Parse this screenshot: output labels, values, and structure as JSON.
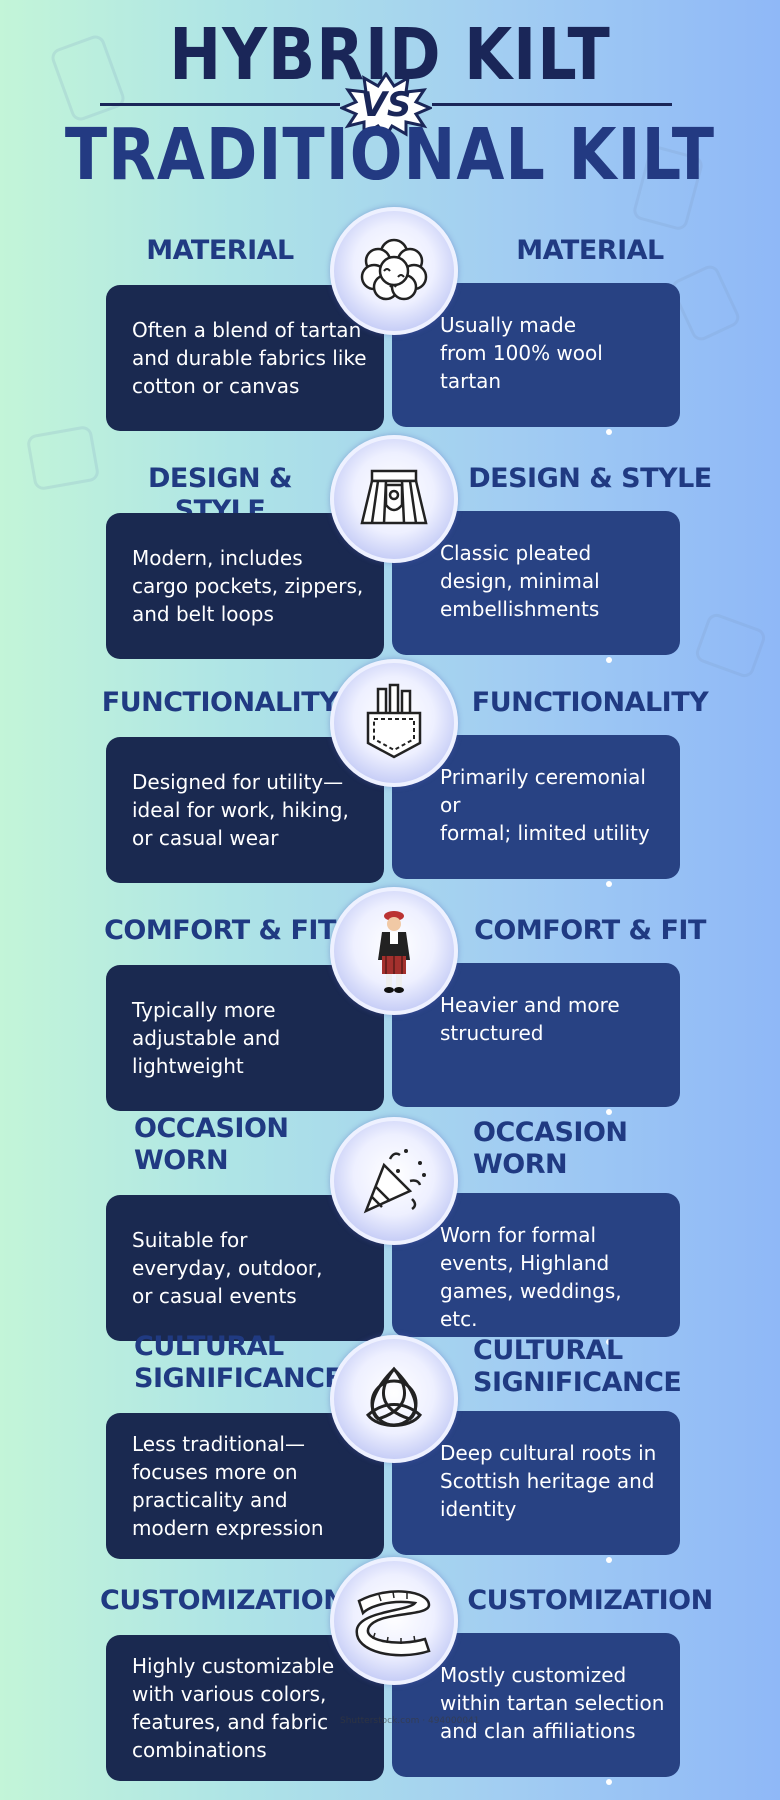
{
  "title": {
    "top": "HYBRID KILT",
    "vs": "VS",
    "bottom": "TRADITIONAL KILT"
  },
  "rows": [
    {
      "icon": "cotton-icon",
      "left_label": [
        "MATERIAL"
      ],
      "right_label": [
        "MATERIAL"
      ],
      "left_text": [
        "Often a blend of tartan",
        "and durable fabrics like",
        "cotton or canvas"
      ],
      "right_text": [
        "Usually made",
        "from 100% wool",
        "tartan"
      ]
    },
    {
      "icon": "kilt-icon",
      "left_label": [
        "DESIGN & STYLE"
      ],
      "right_label": [
        "DESIGN & STYLE"
      ],
      "left_text": [
        "Modern, includes",
        "cargo pockets, zippers,",
        "and belt loops"
      ],
      "right_text": [
        "Classic pleated",
        "design, minimal",
        "embellishments"
      ]
    },
    {
      "icon": "pocket-icon",
      "left_label": [
        "FUNCTIONALITY"
      ],
      "right_label": [
        "FUNCTIONALITY"
      ],
      "left_text": [
        "Designed for utility—",
        "ideal for work, hiking,",
        "or casual wear"
      ],
      "right_text": [
        "Primarily ceremonial or",
        "formal; limited utility"
      ]
    },
    {
      "icon": "scotsman-icon",
      "left_label": [
        "COMFORT & FIT"
      ],
      "right_label": [
        "COMFORT & FIT"
      ],
      "left_text": [
        "Typically more",
        "adjustable and",
        "lightweight"
      ],
      "right_text": [
        "Heavier and more",
        "structured"
      ]
    },
    {
      "icon": "party-popper-icon",
      "left_label": [
        "OCCASION",
        "WORN"
      ],
      "right_label": [
        "OCCASION",
        "WORN"
      ],
      "left_text": [
        "Suitable for",
        "everyday, outdoor,",
        "or casual events"
      ],
      "right_text": [
        "Worn for formal",
        "events, Highland",
        "games, weddings,",
        "etc."
      ]
    },
    {
      "icon": "celtic-knot-icon",
      "left_label": [
        "CULTURAL",
        "SIGNIFICANCE"
      ],
      "right_label": [
        "CULTURAL",
        "SIGNIFICANCE"
      ],
      "left_text": [
        "Less traditional—",
        "focuses more on",
        "practicality and",
        "modern expression"
      ],
      "right_text": [
        "Deep cultural roots in",
        "Scottish heritage and",
        "identity"
      ]
    },
    {
      "icon": "measuring-tape-icon",
      "left_label": [
        "CUSTOMIZATION"
      ],
      "right_label": [
        "CUSTOMIZATION"
      ],
      "left_text": [
        "Highly customizable",
        "with various colors,",
        "features, and fabric",
        "combinations"
      ],
      "right_text": [
        "Mostly customized",
        "within tartan selection",
        "and clan affiliations"
      ]
    }
  ],
  "colors": {
    "title": "#1a2658",
    "label": "#203a82",
    "card_left": "#1a2950",
    "card_right": "#284283",
    "text": "#ffffff"
  },
  "watermark": "Shutterstock.com · 494000041"
}
